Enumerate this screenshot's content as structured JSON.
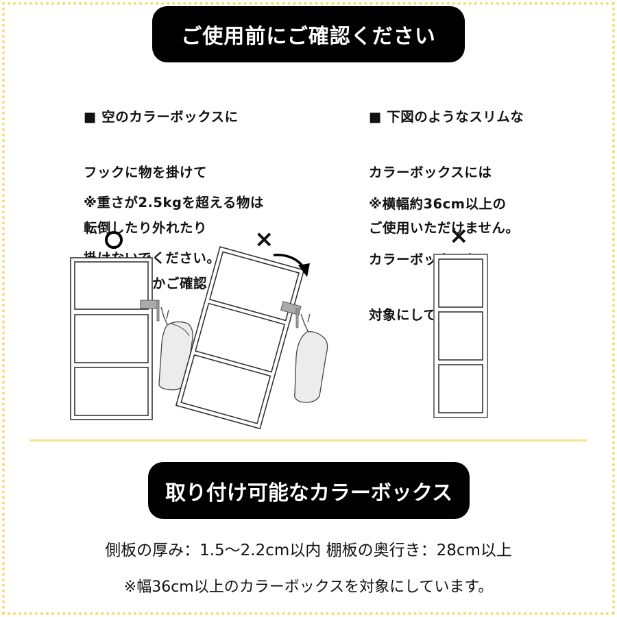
{
  "header": {
    "title": "ご使用前にご確認ください"
  },
  "notes": {
    "left_main": [
      "■ 空のカラーボックスに",
      "フックに物を掛けて",
      "転倒したり外れたり",
      "落下しないかご確認ください。"
    ],
    "left_sub": [
      "※重さが2.5kgを超える物は",
      "掛けないでください。"
    ],
    "right_main": [
      "■ 下図のようなスリムな",
      "カラーボックスには",
      "ご使用いただけません。"
    ],
    "right_sub": [
      "※横幅約36cm以上の",
      "カラーボックスを",
      "対象にしています。"
    ]
  },
  "illustrations": {
    "ok_mark": "○",
    "tip_mark": "×",
    "slim_mark": "×"
  },
  "section2": {
    "title": "取り付け可能なカラーボックス",
    "spec": "側板の厚み：1.5〜2.2cm以内 棚板の奥行き：28cm以上",
    "note": "※幅36cm以上のカラーボックスを対象にしています。"
  },
  "colors": {
    "border_yellow": "#f6dc6a",
    "divider_yellow": "#f7e48a",
    "pill_black": "#000000",
    "hook_gray": "#a9a9a9",
    "bag_gray": "#ececec"
  }
}
